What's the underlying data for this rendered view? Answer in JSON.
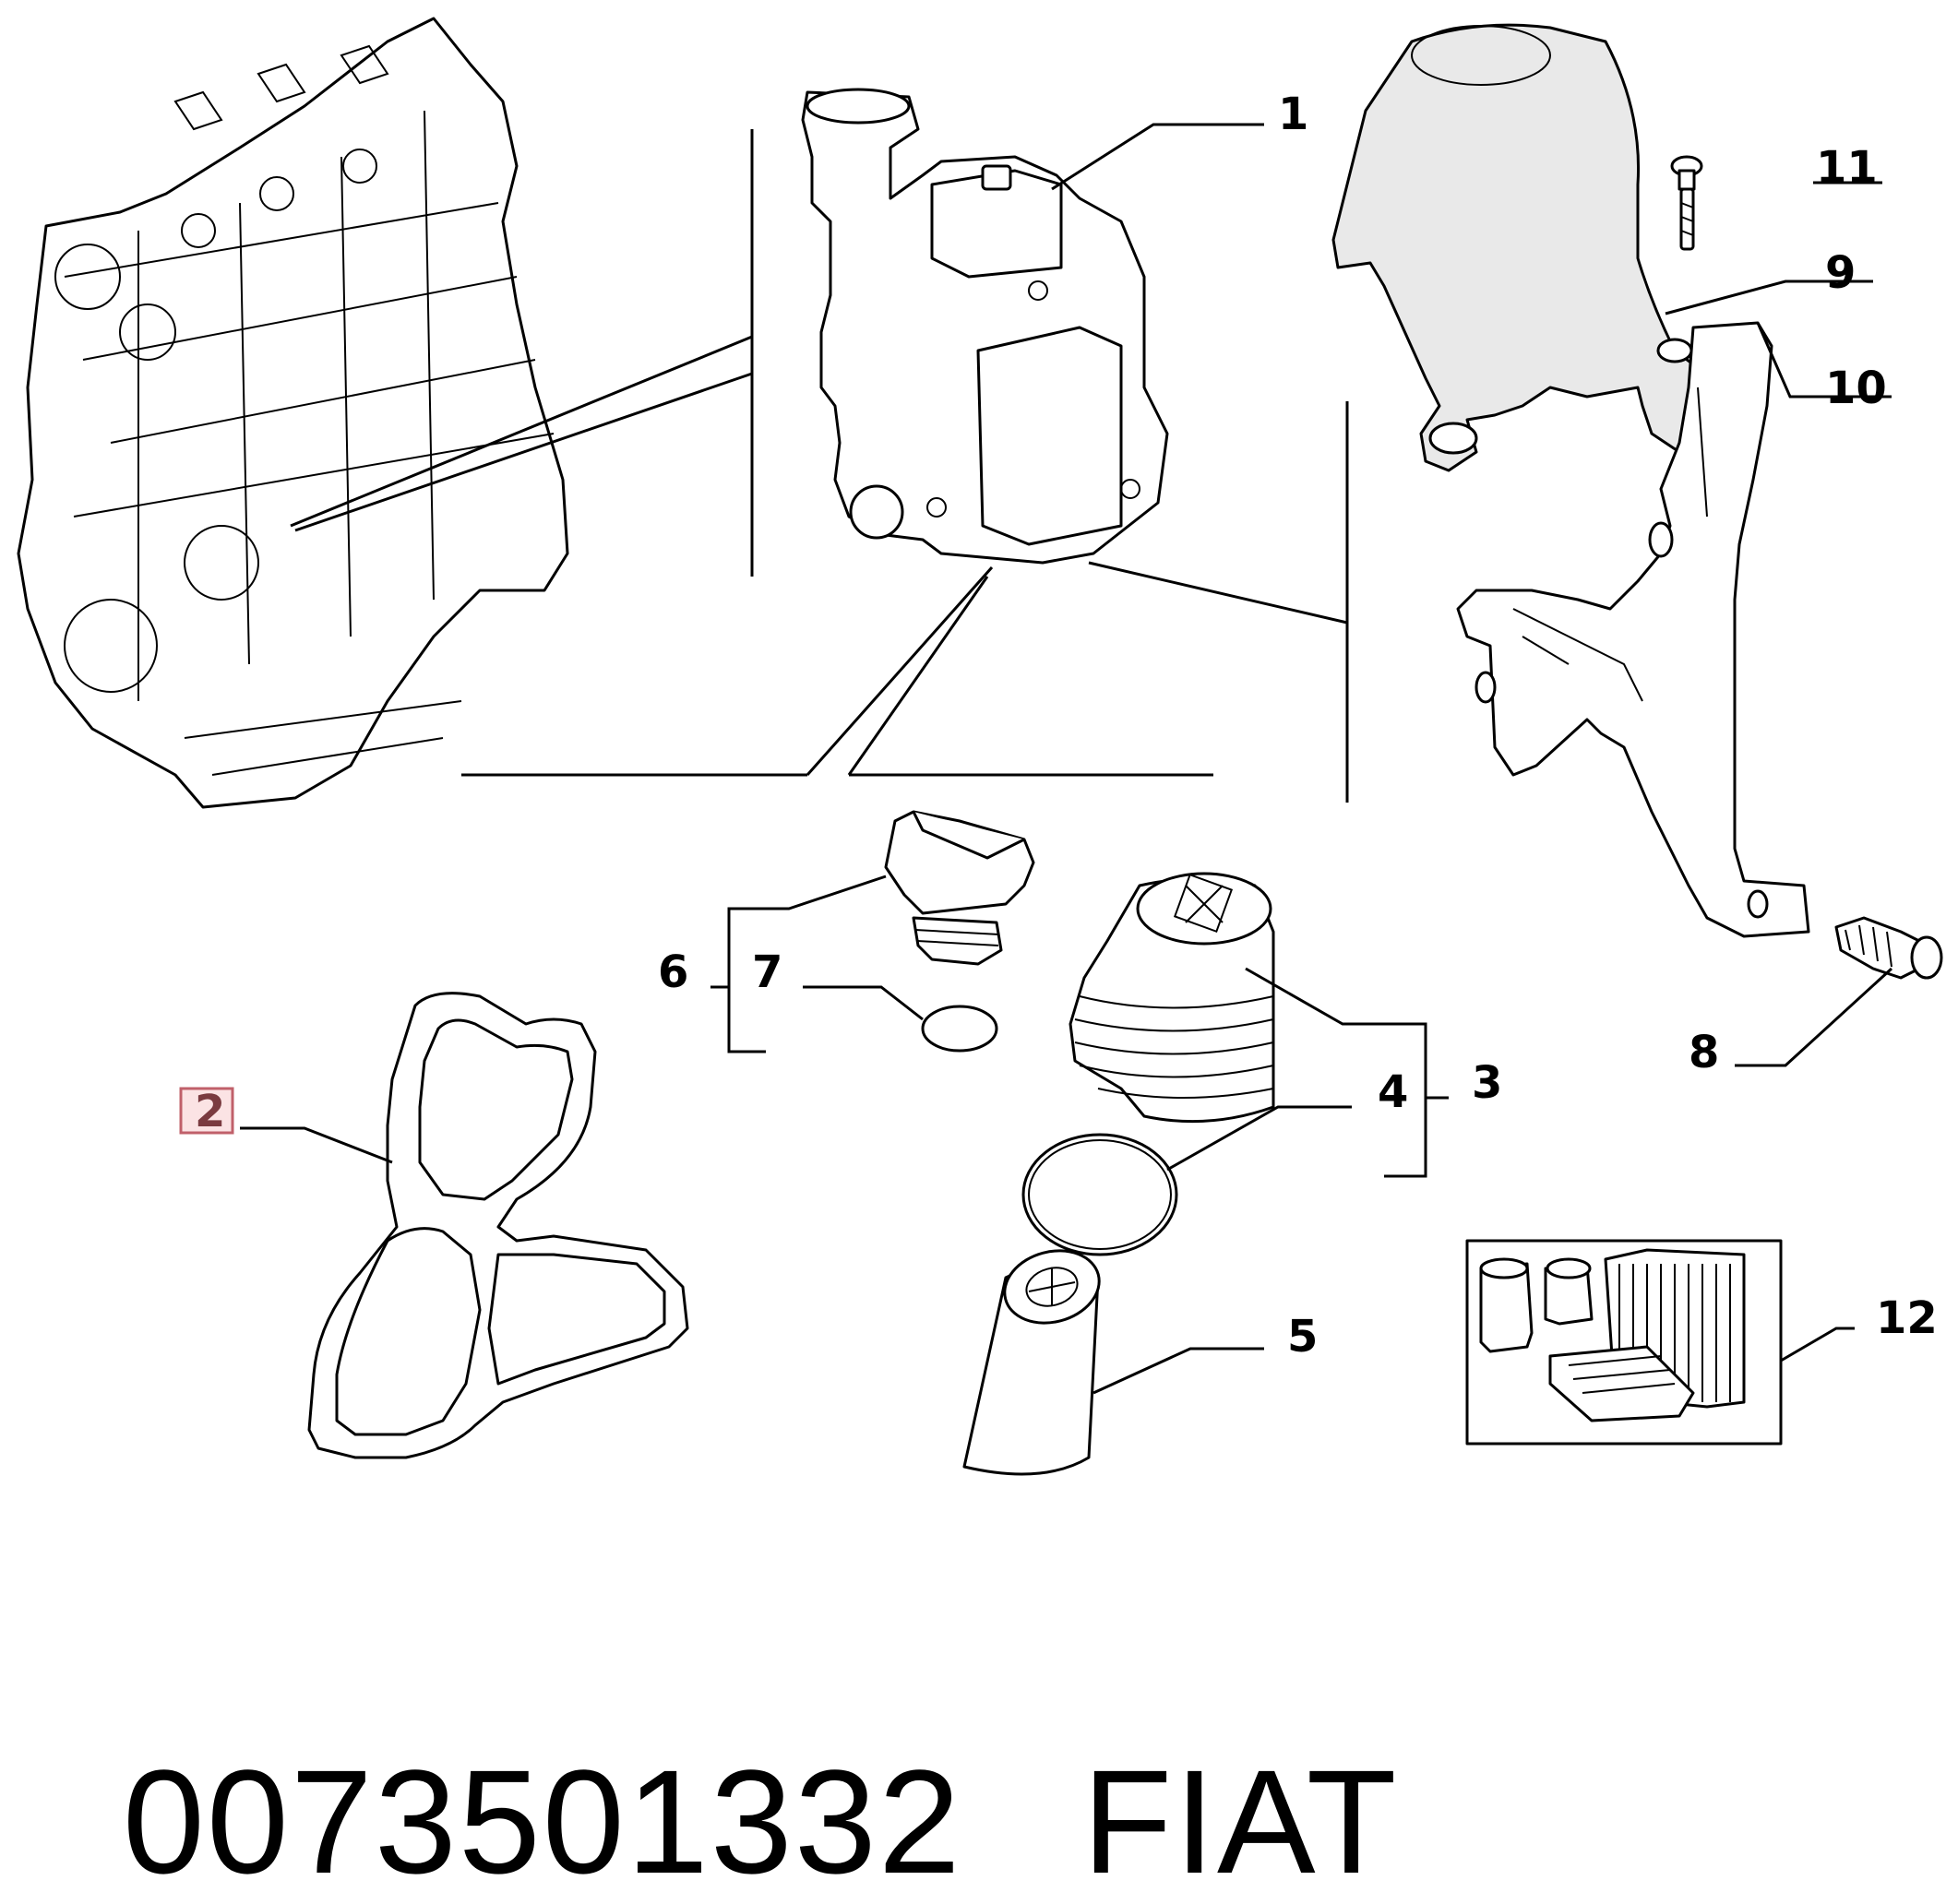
{
  "callouts": {
    "c1": "1",
    "c2": "2",
    "c3": "3",
    "c4": "4",
    "c5": "5",
    "c6": "6",
    "c7": "7",
    "c8": "8",
    "c9": "9",
    "c10": "10",
    "c11": "11",
    "c12": "12"
  },
  "highlighted_callout": "2",
  "caption": {
    "part_number": "0073501332",
    "brand": "FIAT"
  },
  "colors": {
    "highlight_fill": "#fbe3e4",
    "highlight_border": "#c0606a",
    "line": "#000000"
  }
}
